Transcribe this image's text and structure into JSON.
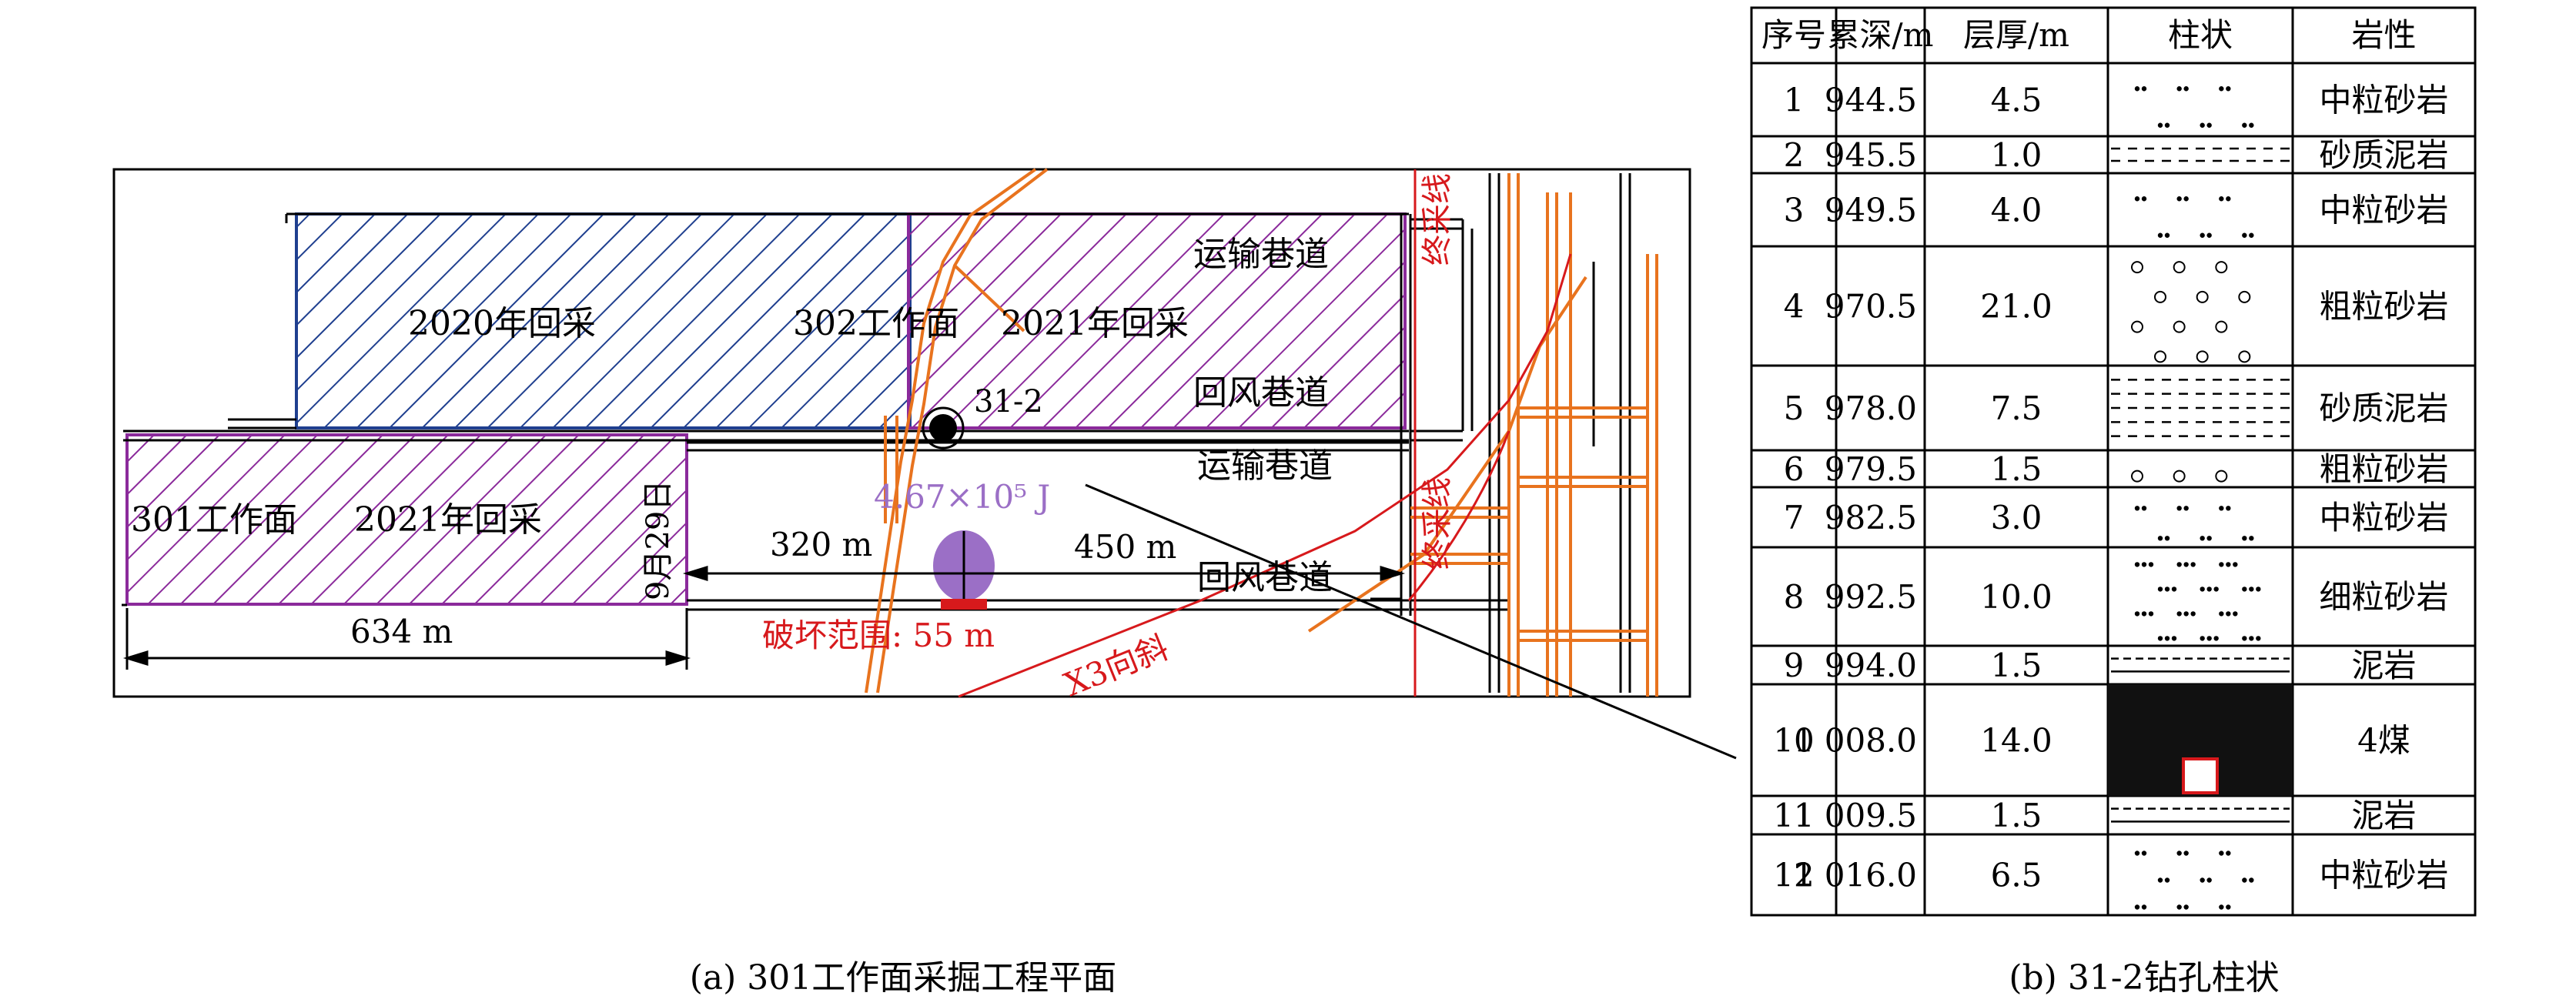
{
  "plan": {
    "caption": "(a) 301工作面采掘工程平面",
    "zone_2020": "2020年回采",
    "face_302": "302工作面",
    "mined_2021_upper": "2021年回采",
    "transport_upper": "运输巷道",
    "return_upper": "回风巷道",
    "transport_lower": "运输巷道",
    "return_lower": "回风巷道",
    "borehole": "31-2",
    "energy": "4.67×10⁵ J",
    "face_301": "301工作面",
    "mined_2021_lower": "2021年回采",
    "date": "9月29日",
    "stop_line_1": "终采线",
    "stop_line_2": "终采线",
    "dist_320": "320 m",
    "dist_450": "450 m",
    "dist_634": "634 m",
    "damage_range": "破坏范围: 55 m",
    "syncline": "X3向斜",
    "colors": {
      "zone_2020": "#1f3f8f",
      "zone_2021": "#8b2a9b",
      "roadway_orange": "#e8731e",
      "red": "#d7191c",
      "energy": "#9b6fc6"
    }
  },
  "column": {
    "caption": "(b) 31-2钻孔柱状",
    "headers": [
      "序号",
      "累深/m",
      "层厚/m",
      "柱状",
      "岩性"
    ],
    "rows": [
      {
        "no": "1",
        "depth": "944.5",
        "thick": "4.5",
        "lith": "中粒砂岩",
        "pattern": "medium"
      },
      {
        "no": "2",
        "depth": "945.5",
        "thick": "1.0",
        "lith": "砂质泥岩",
        "pattern": "dash"
      },
      {
        "no": "3",
        "depth": "949.5",
        "thick": "4.0",
        "lith": "中粒砂岩",
        "pattern": "medium"
      },
      {
        "no": "4",
        "depth": "970.5",
        "thick": "21.0",
        "lith": "粗粒砂岩",
        "pattern": "coarse"
      },
      {
        "no": "5",
        "depth": "978.0",
        "thick": "7.5",
        "lith": "砂质泥岩",
        "pattern": "dash"
      },
      {
        "no": "6",
        "depth": "979.5",
        "thick": "1.5",
        "lith": "粗粒砂岩",
        "pattern": "coarse"
      },
      {
        "no": "7",
        "depth": "982.5",
        "thick": "3.0",
        "lith": "中粒砂岩",
        "pattern": "medium"
      },
      {
        "no": "8",
        "depth": "992.5",
        "thick": "10.0",
        "lith": "细粒砂岩",
        "pattern": "fine"
      },
      {
        "no": "9",
        "depth": "994.0",
        "thick": "1.5",
        "lith": "泥岩",
        "pattern": "mud"
      },
      {
        "no": "10",
        "depth": "1 008.0",
        "thick": "14.0",
        "lith": "4煤",
        "pattern": "coal"
      },
      {
        "no": "11",
        "depth": "1 009.5",
        "thick": "1.5",
        "lith": "泥岩",
        "pattern": "mud"
      },
      {
        "no": "12",
        "depth": "1 016.0",
        "thick": "6.5",
        "lith": "中粒砂岩",
        "pattern": "medium"
      }
    ]
  }
}
